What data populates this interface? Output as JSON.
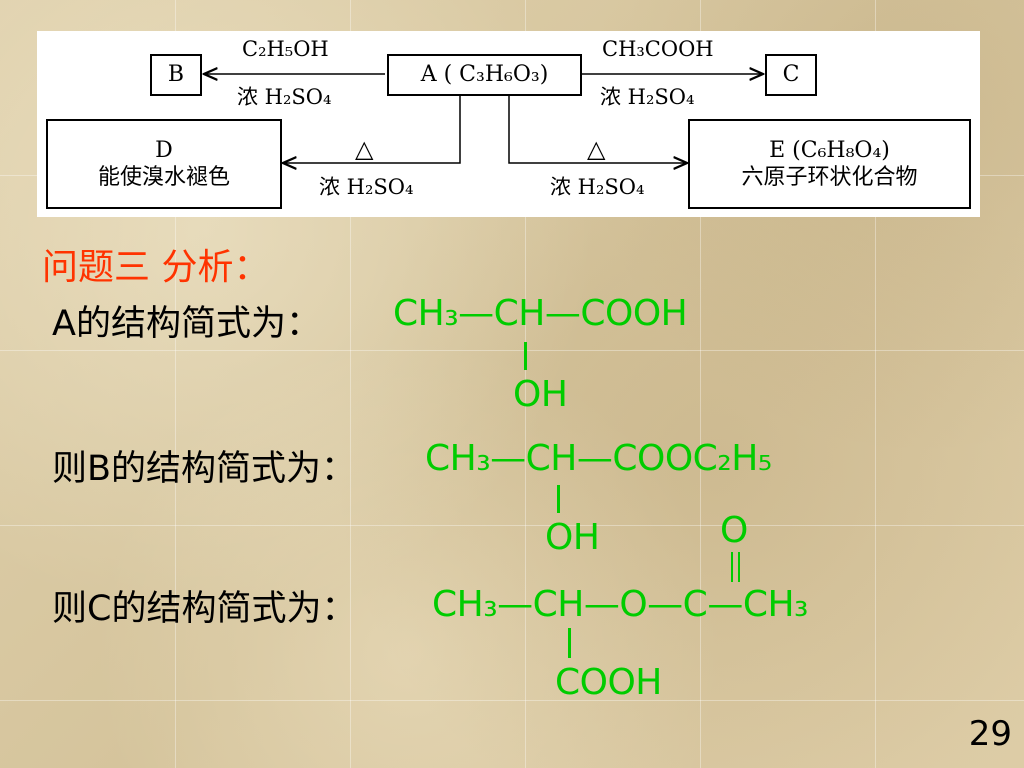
{
  "diagram": {
    "box_b": "B",
    "box_a": "A ( C₃H₆O₃)",
    "box_c": "C",
    "box_d_title": "D",
    "box_d_desc": "能使溴水褪色",
    "box_e_title": "E (C₆H₈O₄)",
    "box_e_desc": "六原子环状化合物",
    "arrow_b_top": "C₂H₅OH",
    "arrow_b_bottom": "浓 H₂SO₄",
    "arrow_c_top": "CH₃COOH",
    "arrow_c_bottom": "浓 H₂SO₄",
    "arrow_d_top": "△",
    "arrow_d_bottom": "浓 H₂SO₄",
    "arrow_e_top": "△",
    "arrow_e_bottom": "浓 H₂SO₄"
  },
  "heading": "问题三 分析：",
  "rows": [
    {
      "label": "A的结构简式为：",
      "formula": "CH₃—CH—COOH",
      "branch": "OH"
    },
    {
      "label": "则B的结构简式为：",
      "formula": "CH₃—CH—COOC₂H₅",
      "branch": "OH"
    },
    {
      "label": "则C的结构简式为：",
      "formula": "CH₃—CH—O—C—CH₃",
      "branch": "COOH",
      "carbonyl_o": "O"
    }
  ],
  "page_number": "29",
  "colors": {
    "heading": "#ff3300",
    "formula": "#00cc00",
    "text": "#000000"
  }
}
